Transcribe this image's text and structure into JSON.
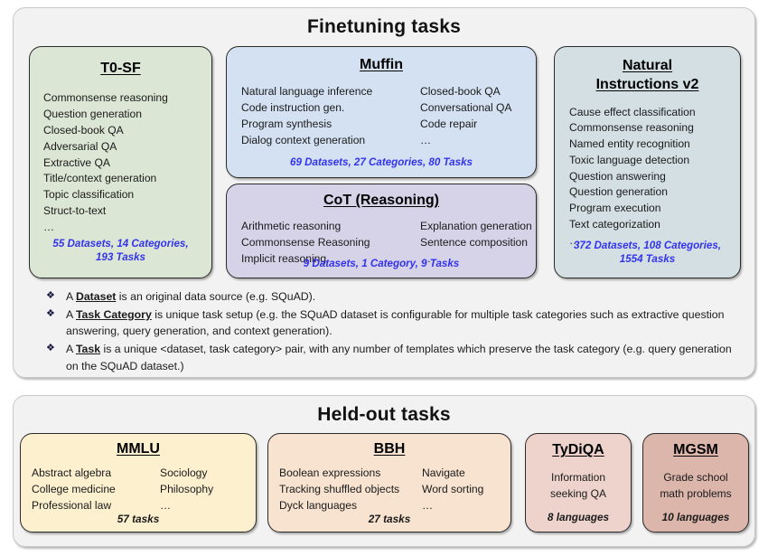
{
  "sections": {
    "finetuning": {
      "title": "Finetuning tasks",
      "cards": {
        "t0sf": {
          "title": "T0-SF",
          "items": [
            "Commonsense reasoning",
            "Question generation",
            "Closed-book QA",
            "Adversarial QA",
            "Extractive QA",
            "Title/context generation",
            "Topic classification",
            "Struct-to-text",
            "…"
          ],
          "stat_line1": "55 Datasets, 14 Categories,",
          "stat_line2": "193 Tasks",
          "color": "#dce6d4"
        },
        "muffin": {
          "title": "Muffin",
          "items_left": [
            "Natural language inference",
            "Code instruction gen.",
            "Program synthesis",
            "Dialog context generation"
          ],
          "items_right": [
            "Closed-book QA",
            "Conversational QA",
            "Code repair",
            "…"
          ],
          "stat_line1": "69 Datasets, 27 Categories, 80 Tasks",
          "color": "#d3e1f2"
        },
        "cot": {
          "title": "CoT (Reasoning)",
          "items_left": [
            "Arithmetic reasoning",
            "Commonsense Reasoning",
            "Implicit reasoning"
          ],
          "items_right": [
            "Explanation generation",
            "Sentence composition",
            "…"
          ],
          "stat_line1": "9 Datasets, 1 Category, 9 Tasks",
          "color": "#d6d2e8"
        },
        "niv2": {
          "title_line1": "Natural",
          "title_line2": "Instructions v2",
          "items": [
            "Cause effect classification",
            "Commonsense reasoning",
            "Named entity recognition",
            "Toxic language detection",
            "Question answering",
            "Question generation",
            "Program execution",
            "Text categorization",
            "…"
          ],
          "stat_line1": "372 Datasets, 108 Categories,",
          "stat_line2": "1554 Tasks",
          "color": "#d3dfe3"
        }
      },
      "definitions": [
        {
          "bullet": "diamond-bullet-icon",
          "pre": "A ",
          "term": "Dataset",
          "post": " is an original data source (e.g. SQuAD)."
        },
        {
          "bullet": "diamond-bullet-icon",
          "pre": "A ",
          "term": "Task Category",
          "post": " is unique task setup (e.g. the SQuAD dataset is configurable for multiple task categories such as extractive question answering, query generation, and context generation)."
        },
        {
          "bullet": "diamond-bullet-icon",
          "pre": "A ",
          "term": "Task",
          "post": " is a unique <dataset, task category> pair, with any number of templates which preserve the task category (e.g. query generation on the SQuAD dataset.)"
        }
      ]
    },
    "heldout": {
      "title": "Held-out tasks",
      "cards": {
        "mmlu": {
          "title": "MMLU",
          "items_left": [
            "Abstract algebra",
            "College medicine",
            "Professional law"
          ],
          "items_right": [
            "Sociology",
            "Philosophy",
            "…"
          ],
          "stat": "57 tasks",
          "color": "#fcf0cf"
        },
        "bbh": {
          "title": "BBH",
          "items_left": [
            "Boolean expressions",
            "Tracking shuffled objects",
            "Dyck languages"
          ],
          "items_right": [
            "Navigate",
            "Word sorting",
            "…"
          ],
          "stat": "27 tasks",
          "color": "#f7e3cf"
        },
        "tydiqa": {
          "title": "TyDiQA",
          "desc_line1": "Information",
          "desc_line2": "seeking QA",
          "stat": "8 languages",
          "color": "#eed3cd"
        },
        "mgsm": {
          "title": "MGSM",
          "desc_line1": "Grade school",
          "desc_line2": "math problems",
          "stat": "10 languages",
          "color": "#dcb5ab"
        }
      }
    }
  },
  "colors": {
    "section_bg": "#f2f2f2",
    "stat_blue": "#3333ee",
    "text": "#1a1a1a"
  }
}
